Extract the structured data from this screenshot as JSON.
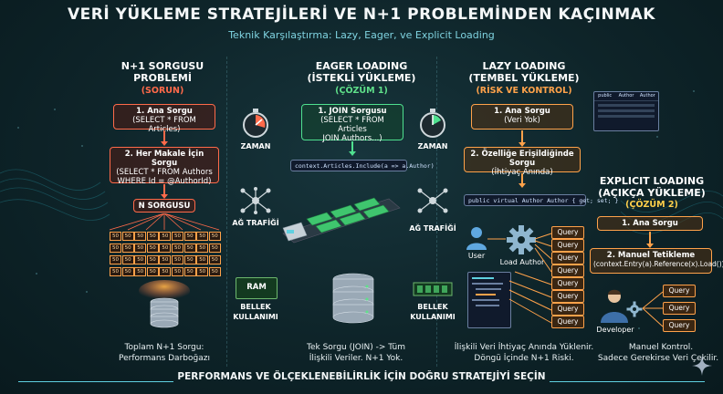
{
  "header": {
    "title": "VERİ YÜKLEME STRATEJİLERİ VE N+1 PROBLEMİNDEN KAÇINMAK",
    "subtitle": "Teknik Karşılaştırma: Lazy, Eager, ve Explicit Loading"
  },
  "n1": {
    "title": "N+1 SORGUSU PROBLEMİ",
    "tag": "(SORUN)",
    "step1_title": "1. Ana Sorgu",
    "step1_code": "(SELECT * FROM Articles)",
    "step2_title": "2. Her Makale İçin Sorgu",
    "step2_code1": "(SELECT * FROM Authors",
    "step2_code2": "WHERE Id = @AuthorId)",
    "n_label": "N SORGUSU",
    "grid_value": "50",
    "caption1": "Toplam N+1 Sorgu:",
    "caption2": "Performans Darboğazı"
  },
  "metrics": {
    "time": "ZAMAN",
    "traffic": "AĞ TRAFİĞİ",
    "ram": "RAM",
    "memory1": "BELLEK",
    "memory2": "KULLANIMI"
  },
  "eager": {
    "title1": "EAGER LOADING",
    "title2": "(İSTEKLİ YÜKLEME)",
    "tag": "(ÇÖZÜM 1)",
    "box_title": "1. JOIN Sorgusu",
    "box_code1": "(SELECT * FROM Articles",
    "box_code2": "JOIN Authors...)",
    "code": "context.Articles.Include(a => a.Author)",
    "caption1": "Tek Sorgu (JOIN) -> Tüm",
    "caption2": "İlişkili Veriler. N+1 Yok."
  },
  "lazy": {
    "title1": "LAZY LOADING",
    "title2": "(TEMBEL YÜKLEME)",
    "tag": "(RİSK VE KONTROL)",
    "step1_title": "1. Ana Sorgu",
    "step1_sub": "(Veri Yok)",
    "step2_title": "2. Özelliğe Erişildiğinde Sorgu",
    "step2_sub": "(İhtiyaç Anında)",
    "code": "public virtual Author Author { get; set; }",
    "user": "User",
    "load": "Load Author",
    "query": "Query",
    "table_cols": [
      "public",
      "Author",
      "Author"
    ],
    "caption1": "İlişkili Veri İhtiyaç Anında Yüklenir.",
    "caption2": "Döngü İçinde N+1 Riski."
  },
  "explicit": {
    "title1": "EXPLICIT LOADING",
    "title2": "(AÇIKÇA YÜKLEME)",
    "tag": "(ÇÖZÜM 2)",
    "step1_title": "1. Ana Sorgu",
    "step2_title": "2. Manuel Tetikleme",
    "step2_code": "(context.Entry(a).Reference(x).Load())",
    "developer": "Developer",
    "query": "Query",
    "caption1": "Manuel Kontrol.",
    "caption2": "Sadece Gerekirse Veri Çekilir."
  },
  "footer": {
    "text": "PERFORMANS VE ÖLÇEKLENEBİLİRLİK İÇİN DOĞRU STRATEJİYİ SEÇİN"
  },
  "colors": {
    "problem": "#ff6a4a",
    "solution": "#5fe08a",
    "risk": "#ffa24a",
    "accent": "#5fd0e0"
  }
}
